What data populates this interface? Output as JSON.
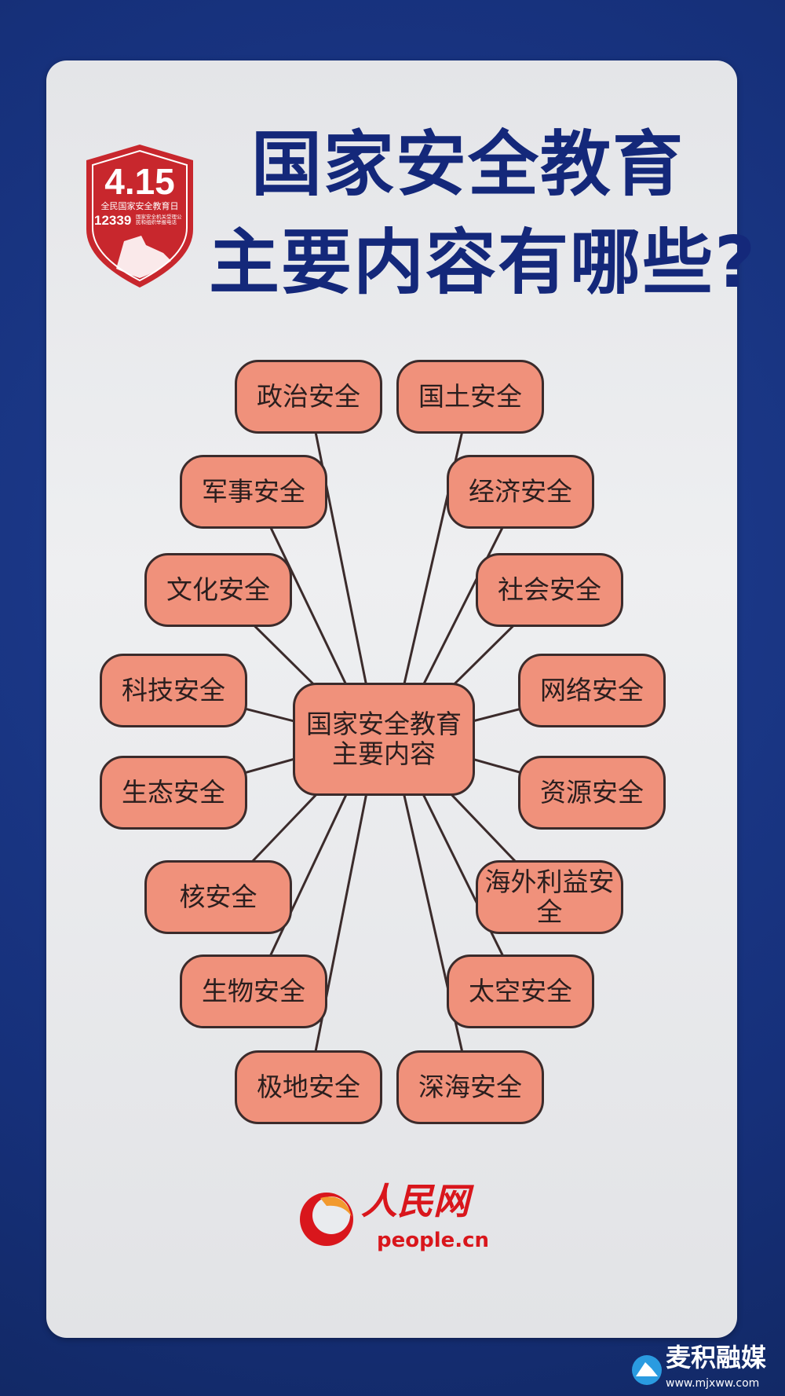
{
  "title": {
    "line1": "国家安全教育",
    "line2": "主要内容有哪些?"
  },
  "badge": {
    "date": "4.15",
    "name": "全民国家安全教育日",
    "hotline": "12339",
    "hotline_note": "国家安全机关受理公民和组织举报电话"
  },
  "center_node": "国家安全教育主要内容",
  "nodes": [
    "政治安全",
    "国土安全",
    "军事安全",
    "经济安全",
    "文化安全",
    "社会安全",
    "科技安全",
    "网络安全",
    "生态安全",
    "资源安全",
    "核安全",
    "海外利益安全",
    "生物安全",
    "太空安全",
    "极地安全",
    "深海安全"
  ],
  "logo": {
    "cn": "人民网",
    "en": "people.cn"
  },
  "watermark": {
    "cn": "麦积融媒",
    "en": "www.mjxww.com"
  },
  "colors": {
    "background": "#17327e",
    "title": "#14287a",
    "node_fill": "#f0917b",
    "node_border": "#3b2b2b",
    "badge_red": "#c8272d"
  }
}
